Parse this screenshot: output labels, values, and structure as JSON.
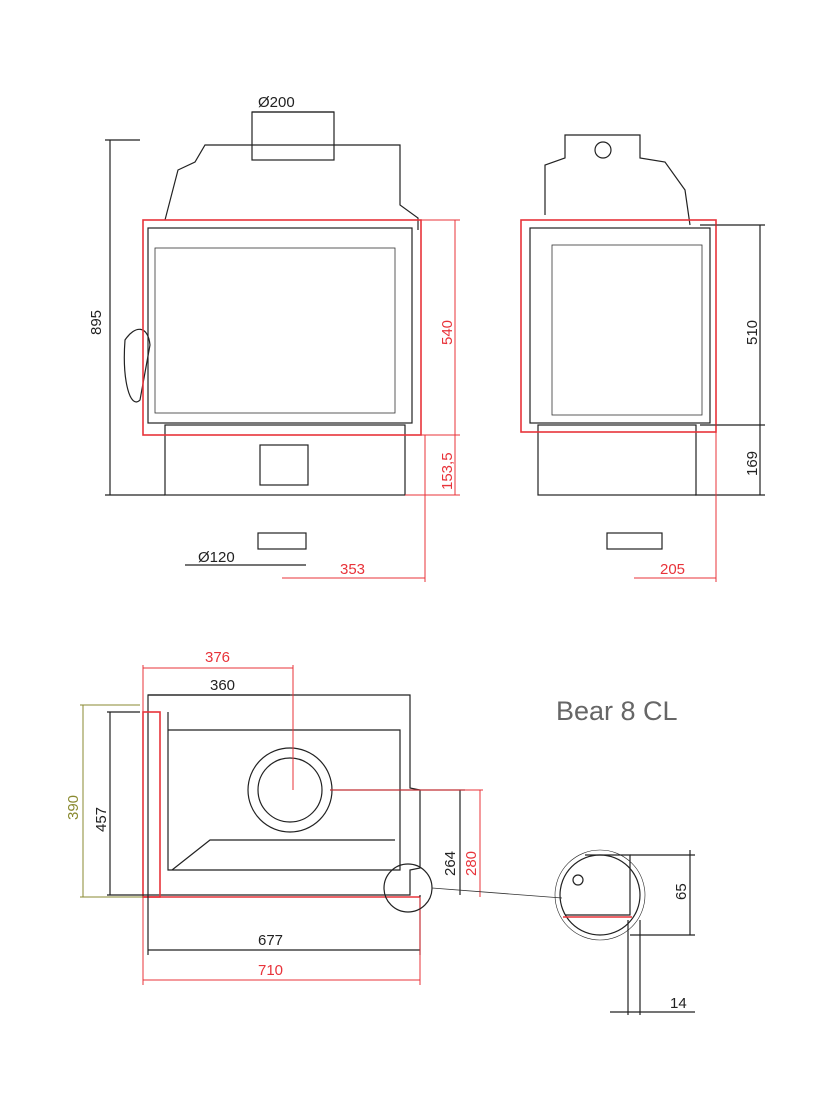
{
  "title": "Bear 8 CL",
  "colors": {
    "outline": "#222222",
    "highlight": "#e8333a",
    "secondary_dim": "#8a8a30"
  },
  "front_view": {
    "flue_diameter": "Ø200",
    "total_height": "895",
    "door_height": "540",
    "base_height": "153,5",
    "air_inlet_diameter": "Ø120",
    "air_inlet_offset": "353"
  },
  "side_view": {
    "door_height": "510",
    "base_height": "169",
    "air_inlet_offset": "205"
  },
  "top_view": {
    "flue_center_red": "376",
    "flue_center": "360",
    "depth_total": "390",
    "depth": "457",
    "flue_depth": "264",
    "flue_depth_red": "280",
    "width": "677",
    "width_red": "710"
  },
  "detail": {
    "height": "65",
    "thickness": "14"
  }
}
